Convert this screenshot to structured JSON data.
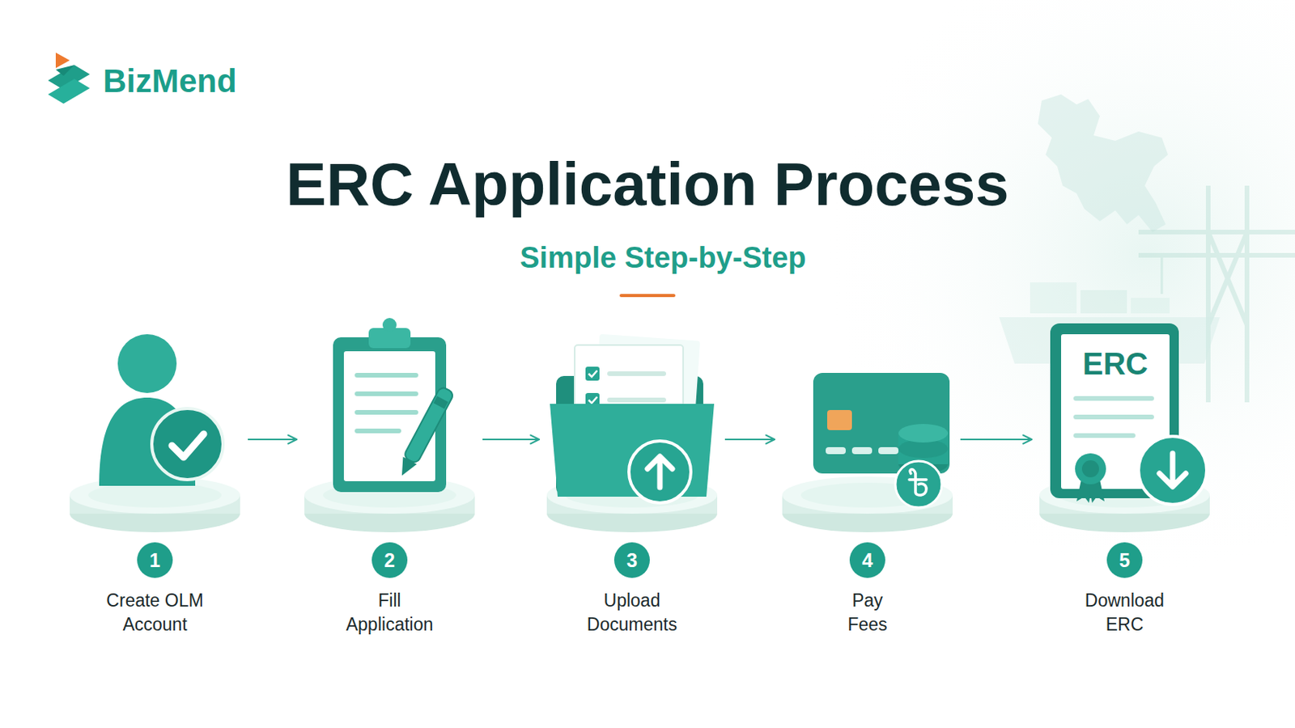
{
  "diagram": {
    "title": "ERC Application Process",
    "nodes": [
      {
        "text": [
          "1",
          "Create OLM Account"
        ]
      },
      {
        "text": [
          "2",
          "Fill Application"
        ]
      },
      {
        "text": [
          "3",
          "Upload Documents"
        ]
      },
      {
        "text": [
          "4",
          "Pay Fees"
        ]
      },
      {
        "text": [
          "5",
          "Download ERC"
        ]
      }
    ],
    "edges": [
      {
        "from": 0,
        "to": 1,
        "arrow": "to"
      },
      {
        "from": 1,
        "to": 2,
        "arrow": "to"
      },
      {
        "from": 2,
        "to": 3,
        "arrow": "to"
      },
      {
        "from": 3,
        "to": 4,
        "arrow": "to"
      }
    ],
    "labels": [
      "BizMend",
      "Simple Step-by-Step",
      "ERC"
    ]
  }
}
